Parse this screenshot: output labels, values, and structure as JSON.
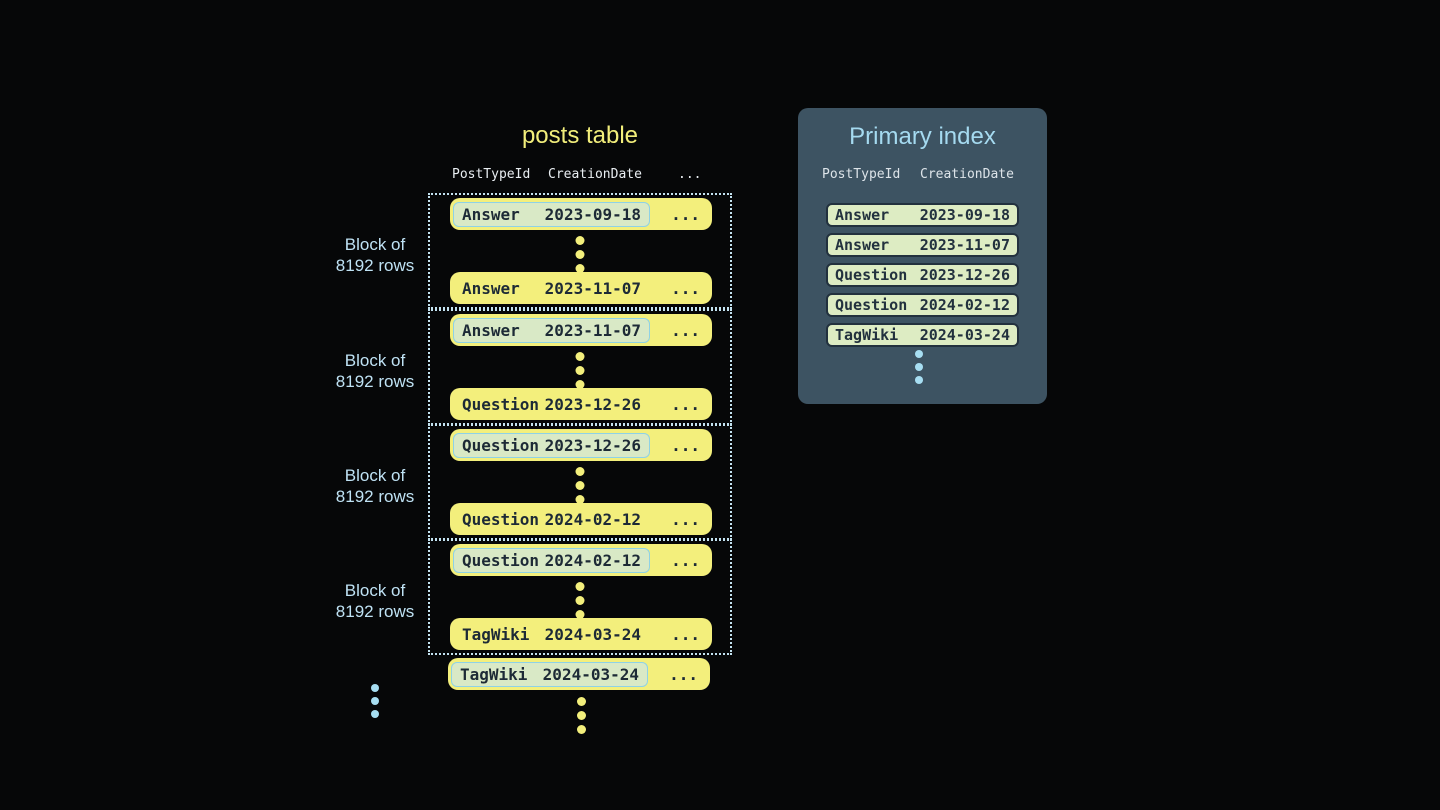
{
  "diagram": {
    "posts_table": {
      "title": "posts table",
      "columns": {
        "col1": "PostTypeId",
        "col2": "CreationDate",
        "col3": "..."
      },
      "block_label": {
        "line1": "Block of",
        "line2": "8192 rows"
      },
      "ellipsis": "...",
      "blocks": [
        {
          "first_row": {
            "post_type": "Answer",
            "creation_date": "2023-09-18"
          },
          "last_row": {
            "post_type": "Answer",
            "creation_date": "2023-11-07"
          }
        },
        {
          "first_row": {
            "post_type": "Answer",
            "creation_date": "2023-11-07"
          },
          "last_row": {
            "post_type": "Question",
            "creation_date": "2023-12-26"
          }
        },
        {
          "first_row": {
            "post_type": "Question",
            "creation_date": "2023-12-26"
          },
          "last_row": {
            "post_type": "Question",
            "creation_date": "2024-02-12"
          }
        },
        {
          "first_row": {
            "post_type": "Question",
            "creation_date": "2024-02-12"
          },
          "last_row": {
            "post_type": "TagWiki",
            "creation_date": "2024-03-24"
          }
        }
      ],
      "overflow_row": {
        "post_type": "TagWiki",
        "creation_date": "2024-03-24"
      }
    },
    "primary_index": {
      "title": "Primary index",
      "columns": {
        "col1": "PostTypeId",
        "col2": "CreationDate"
      },
      "rows": [
        {
          "post_type": "Answer",
          "creation_date": "2023-09-18"
        },
        {
          "post_type": "Answer",
          "creation_date": "2023-11-07"
        },
        {
          "post_type": "Question",
          "creation_date": "2023-12-26"
        },
        {
          "post_type": "Question",
          "creation_date": "2024-02-12"
        },
        {
          "post_type": "TagWiki",
          "creation_date": "2024-03-24"
        }
      ]
    },
    "colors": {
      "background": "#060708",
      "row_yellow": "#f3ef7c",
      "title_yellow": "#f2ee7b",
      "key_highlight_green": "#d9e9c6",
      "key_highlight_border": "#8ed2e6",
      "panel_slate": "#3d5362",
      "index_row_green": "#ddecc3",
      "accent_blue": "#a5daf0",
      "label_blue": "#bfe2f4",
      "dark_text": "#1d2a36"
    }
  }
}
